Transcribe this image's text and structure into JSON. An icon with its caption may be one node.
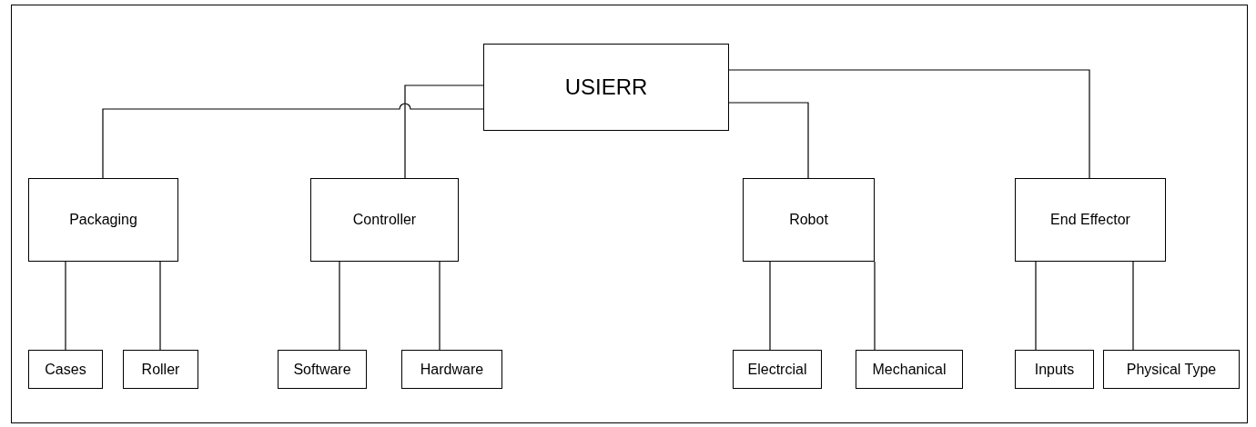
{
  "diagram": {
    "nodes": [
      {
        "text": [
          "USIERR"
        ]
      },
      {
        "text": [
          "Packaging"
        ]
      },
      {
        "text": [
          "Controller"
        ]
      },
      {
        "text": [
          "Robot"
        ]
      },
      {
        "text": [
          "End Effector"
        ]
      },
      {
        "text": [
          "Cases"
        ]
      },
      {
        "text": [
          "Roller"
        ]
      },
      {
        "text": [
          "Software"
        ]
      },
      {
        "text": [
          "Hardware"
        ]
      },
      {
        "text": [
          "Electrcial"
        ]
      },
      {
        "text": [
          "Mechanical"
        ]
      },
      {
        "text": [
          "Inputs"
        ]
      },
      {
        "text": [
          "Physical Type"
        ]
      }
    ],
    "edges": [
      {
        "from": 0,
        "to": 1,
        "arrow": "none"
      },
      {
        "from": 0,
        "to": 2,
        "arrow": "none"
      },
      {
        "from": 0,
        "to": 3,
        "arrow": "none"
      },
      {
        "from": 0,
        "to": 4,
        "arrow": "none"
      },
      {
        "from": 1,
        "to": 5,
        "arrow": "none"
      },
      {
        "from": 1,
        "to": 6,
        "arrow": "none"
      },
      {
        "from": 2,
        "to": 7,
        "arrow": "none"
      },
      {
        "from": 2,
        "to": 8,
        "arrow": "none"
      },
      {
        "from": 3,
        "to": 9,
        "arrow": "none"
      },
      {
        "from": 3,
        "to": 10,
        "arrow": "none"
      },
      {
        "from": 4,
        "to": 11,
        "arrow": "none"
      },
      {
        "from": 4,
        "to": 12,
        "arrow": "none"
      }
    ]
  }
}
